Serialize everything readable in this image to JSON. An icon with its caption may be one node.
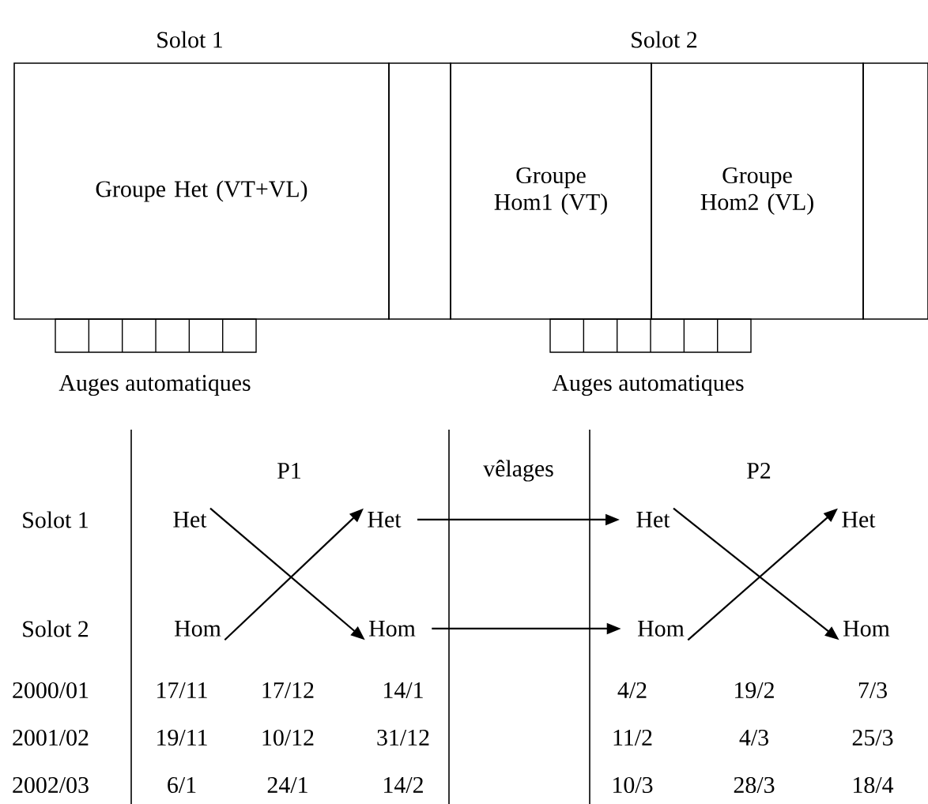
{
  "diagram": {
    "nodes": [
      {
        "text": [
          "Groupe Het (VT+VL)"
        ]
      },
      {
        "text": [],
        "shape": "box"
      },
      {
        "text": [
          "Groupe Hom1 (VT)"
        ]
      },
      {
        "text": [
          "Groupe Hom2 (VL)"
        ]
      },
      {
        "text": [],
        "shape": "box"
      },
      {
        "text": [
          "Het"
        ]
      },
      {
        "text": [
          "Het"
        ]
      },
      {
        "text": [
          "Het"
        ]
      },
      {
        "text": [
          "Het"
        ]
      },
      {
        "text": [
          "Hom"
        ]
      },
      {
        "text": [
          "Hom"
        ]
      },
      {
        "text": [
          "Hom"
        ]
      },
      {
        "text": [
          "Hom"
        ]
      }
    ],
    "edges": [
      {
        "from": 5,
        "to": 10,
        "arrow": "to"
      },
      {
        "from": 9,
        "to": 6,
        "arrow": "to"
      },
      {
        "from": 6,
        "to": 7,
        "arrow": "to"
      },
      {
        "from": 10,
        "to": 11,
        "arrow": "to"
      },
      {
        "from": 7,
        "to": 12,
        "arrow": "to"
      },
      {
        "from": 11,
        "to": 8,
        "arrow": "to"
      }
    ],
    "labels": [
      "Solot 1",
      "Solot 2",
      "Auges automatiques",
      "Auges automatiques",
      "P1",
      "vêlages",
      "P2",
      "Solot 1",
      "Solot 2",
      "2000/01",
      "17/11",
      "17/12",
      "14/1",
      "4/2",
      "19/2",
      "7/3",
      "2001/02",
      "19/11",
      "10/12",
      "31/12",
      "11/2",
      "4/3",
      "25/3",
      "2002/03",
      "6/1",
      "24/1",
      "14/2",
      "10/3",
      "28/3",
      "18/4"
    ]
  }
}
